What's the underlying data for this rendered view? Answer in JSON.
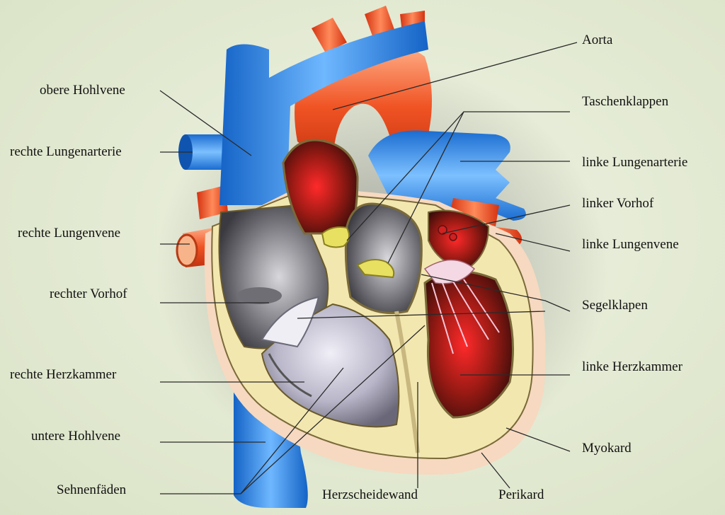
{
  "labels": {
    "obere_hohlvene": "obere Hohlvene",
    "rechte_lungenarterie": "rechte Lungenarterie",
    "rechte_lungenvene": "rechte Lungenvene",
    "rechter_vorhof": "rechter Vorhof",
    "rechte_herzkammer": "rechte Herzkammer",
    "untere_hohlvene": "untere Hohlvene",
    "sehnenfaeden": "Sehnenfäden",
    "herzscheidewand": "Herzscheidewand",
    "perikard": "Perikard",
    "aorta": "Aorta",
    "taschenklappen": "Taschenklappen",
    "linke_lungenarterie": "linke Lungenarterie",
    "linker_vorhof": "linker Vorhof",
    "linke_lungenvene": "linke Lungenvene",
    "segelklappen": "Segelklapen",
    "linke_herzkammer": "linke Herzkammer",
    "myokard": "Myokard"
  },
  "colors": {
    "vein_blue": "#1f78d6",
    "artery_red": "#e8451c",
    "myocardium_yellow": "#f3e7b0",
    "chamber_gray": "#8a8a8e",
    "pericardium": "#f6d9c0"
  }
}
